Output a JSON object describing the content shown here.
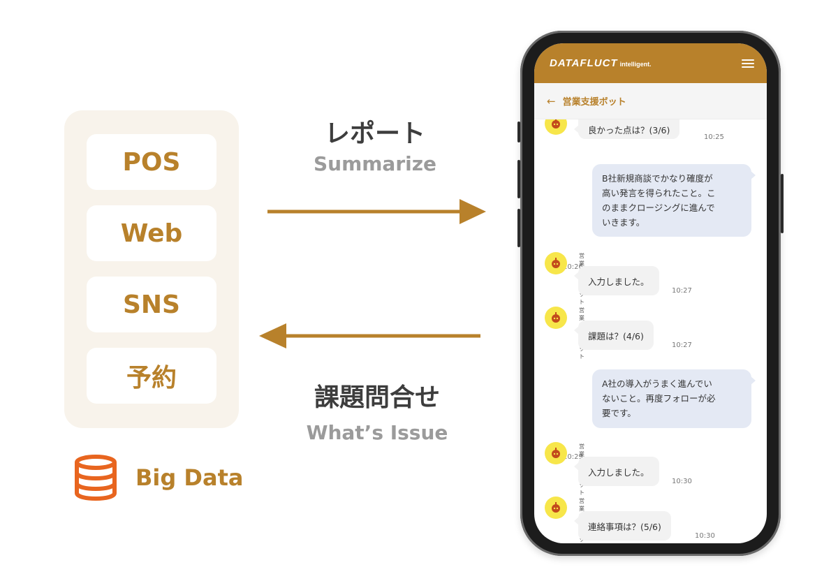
{
  "sources": [
    "POS",
    "Web",
    "SNS",
    "予約"
  ],
  "big_data_label": "Big Data",
  "flow_top": {
    "title": "レポート",
    "subtitle": "Summarize"
  },
  "flow_bottom": {
    "title": "課題問合せ",
    "subtitle": "What’s Issue"
  },
  "colors": {
    "accent": "#b8812b",
    "panel": "#f8f3eb",
    "db_icon": "#e8651f",
    "user_bubble": "#e4e9f4",
    "bot_bubble": "#f2f2f2",
    "avatar": "#f7e64a"
  },
  "app": {
    "logo_main": "DATAFLUCT",
    "logo_sub": "intelligent.",
    "nav_back": "←",
    "nav_title": "営業支援ボット"
  },
  "chat": {
    "m0": {
      "text": "良かった点は？(3/6)",
      "time": "10:25"
    },
    "m1": {
      "lines": [
        "B社新規商談でかなり確度が",
        "高い発言を得られたこと。こ",
        "のままクロージングに進んで",
        "いきます。"
      ],
      "time": "10:26"
    },
    "m2": {
      "name": "営業支援ボット",
      "text": "入力しました。",
      "time": "10:27"
    },
    "m3": {
      "name": "営業支援ボット",
      "text": "課題は？(4/6)",
      "time": "10:27"
    },
    "m4": {
      "lines": [
        "A社の導入がうまく進んでい",
        "ないこと。再度フォローが必",
        "要です。"
      ],
      "time": "10:29"
    },
    "m5": {
      "name": "営業支援ボット",
      "text": "入力しました。",
      "time": "10:30"
    },
    "m6": {
      "name": "営業支援ボット",
      "text": "連絡事項は？(5/6)",
      "time": "10:30"
    }
  }
}
